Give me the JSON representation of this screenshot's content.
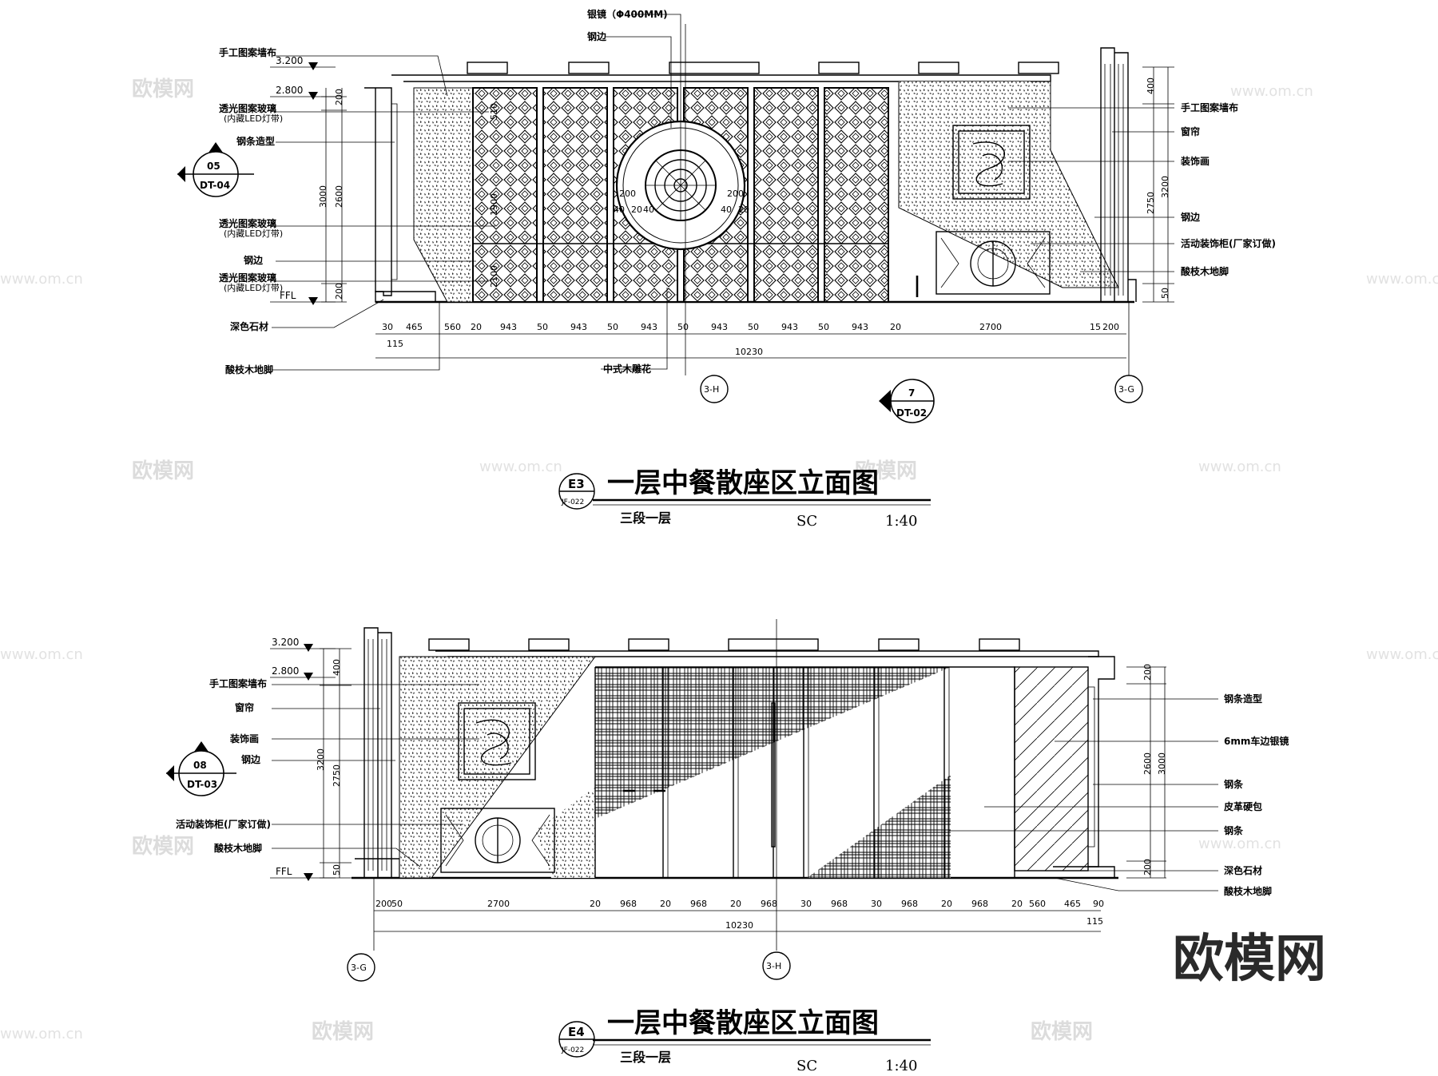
{
  "top_elevation": {
    "level_labels": [
      "3.200",
      "2.800",
      "FFL"
    ],
    "callouts_left": [
      "手工图案墙布",
      "透光图案玻璃",
      "(内藏LED灯带)",
      "钢条造型",
      "透光图案玻璃",
      "(内藏LED灯带)",
      "钢边",
      "透光图案玻璃",
      "(内藏LED灯带)",
      "深色石材",
      "酸枝木地脚"
    ],
    "callouts_top": [
      "银镜（Φ400MM)",
      "钢边"
    ],
    "callouts_right": [
      "手工图案墙布",
      "窗帘",
      "装饰画",
      "钢边",
      "活动装饰柜(厂家订做)",
      "酸枝木地脚"
    ],
    "callout_bottom": "中式木雕花",
    "left_dims": [
      "200",
      "2600",
      "3000",
      "200"
    ],
    "right_dims": [
      "400",
      "2750",
      "3200",
      "50"
    ],
    "inner_dims": [
      "1900",
      "2100",
      "510",
      "200",
      "40",
      "40",
      "20",
      "200",
      "40",
      "20"
    ],
    "bottom_dims": [
      "30",
      "465",
      "560",
      "20",
      "943",
      "50",
      "943",
      "50",
      "943",
      "50",
      "943",
      "50",
      "943",
      "50",
      "943",
      "20",
      "2700",
      "15",
      "200"
    ],
    "dim_115": "115",
    "total": "10230",
    "section_mark": {
      "num": "05",
      "ref": "DT-04"
    },
    "section_mark2": {
      "num": "7",
      "ref": "DT-02"
    },
    "axes": [
      "3-H",
      "3-G"
    ],
    "title": {
      "code": "E3",
      "sheet": "JF-022",
      "text": "一层中餐散座区立面图",
      "sub": "三段一层",
      "sc": "SC",
      "scale": "1:40"
    }
  },
  "bottom_elevation": {
    "level_labels": [
      "3.200",
      "2.800",
      "FFL"
    ],
    "callouts_left": [
      "手工图案墙布",
      "窗帘",
      "装饰画",
      "钢边",
      "活动装饰柜(厂家订做)",
      "酸枝木地脚"
    ],
    "callouts_right": [
      "钢条造型",
      "6mm车边银镜",
      "钢条",
      "皮革硬包",
      "钢条",
      "深色石材",
      "酸枝木地脚"
    ],
    "left_dims": [
      "400",
      "3200",
      "2750",
      "50"
    ],
    "right_dims": [
      "200",
      "2600",
      "3000",
      "200"
    ],
    "bottom_dims": [
      "200",
      "50",
      "2700",
      "20",
      "968",
      "20",
      "968",
      "20",
      "968",
      "30",
      "968",
      "30",
      "968",
      "20",
      "968",
      "20",
      "560",
      "465",
      "90"
    ],
    "dim_115": "115",
    "total": "10230",
    "section_mark": {
      "num": "08",
      "ref": "DT-03"
    },
    "axes": [
      "3-G",
      "3-H"
    ],
    "title": {
      "code": "E4",
      "sheet": "JF-022",
      "text": "一层中餐散座区立面图",
      "sub": "三段一层",
      "sc": "SC",
      "scale": "1:40"
    }
  },
  "watermarks": {
    "logo": "欧模网",
    "url": "www.om.cn",
    "brand": "欧模网"
  }
}
